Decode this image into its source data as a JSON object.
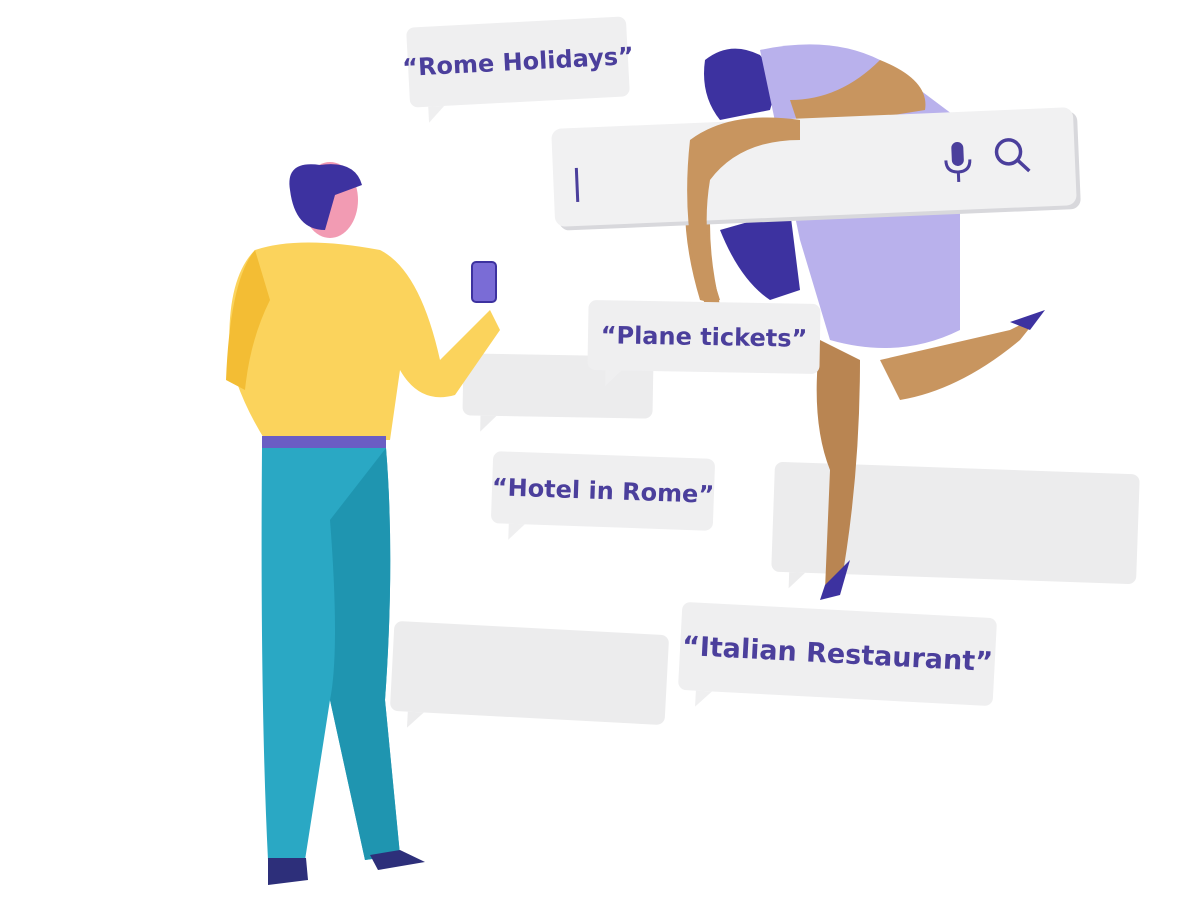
{
  "search_bar": {
    "icons": [
      "mic-icon",
      "search-icon"
    ]
  },
  "bubbles": [
    {
      "text": "“Rome Holidays”"
    },
    {
      "text": "“Plane tickets”"
    },
    {
      "text": "“Hotel in Rome”"
    },
    {
      "text": "“Italian Restaurant”"
    }
  ],
  "colors": {
    "accent": "#4b3f9c",
    "bubble": "#efeff0",
    "sweater": "#fbd35c",
    "jeans": "#2aa8c4",
    "dress": "#b9b1ec",
    "skin": "#c8955f"
  }
}
